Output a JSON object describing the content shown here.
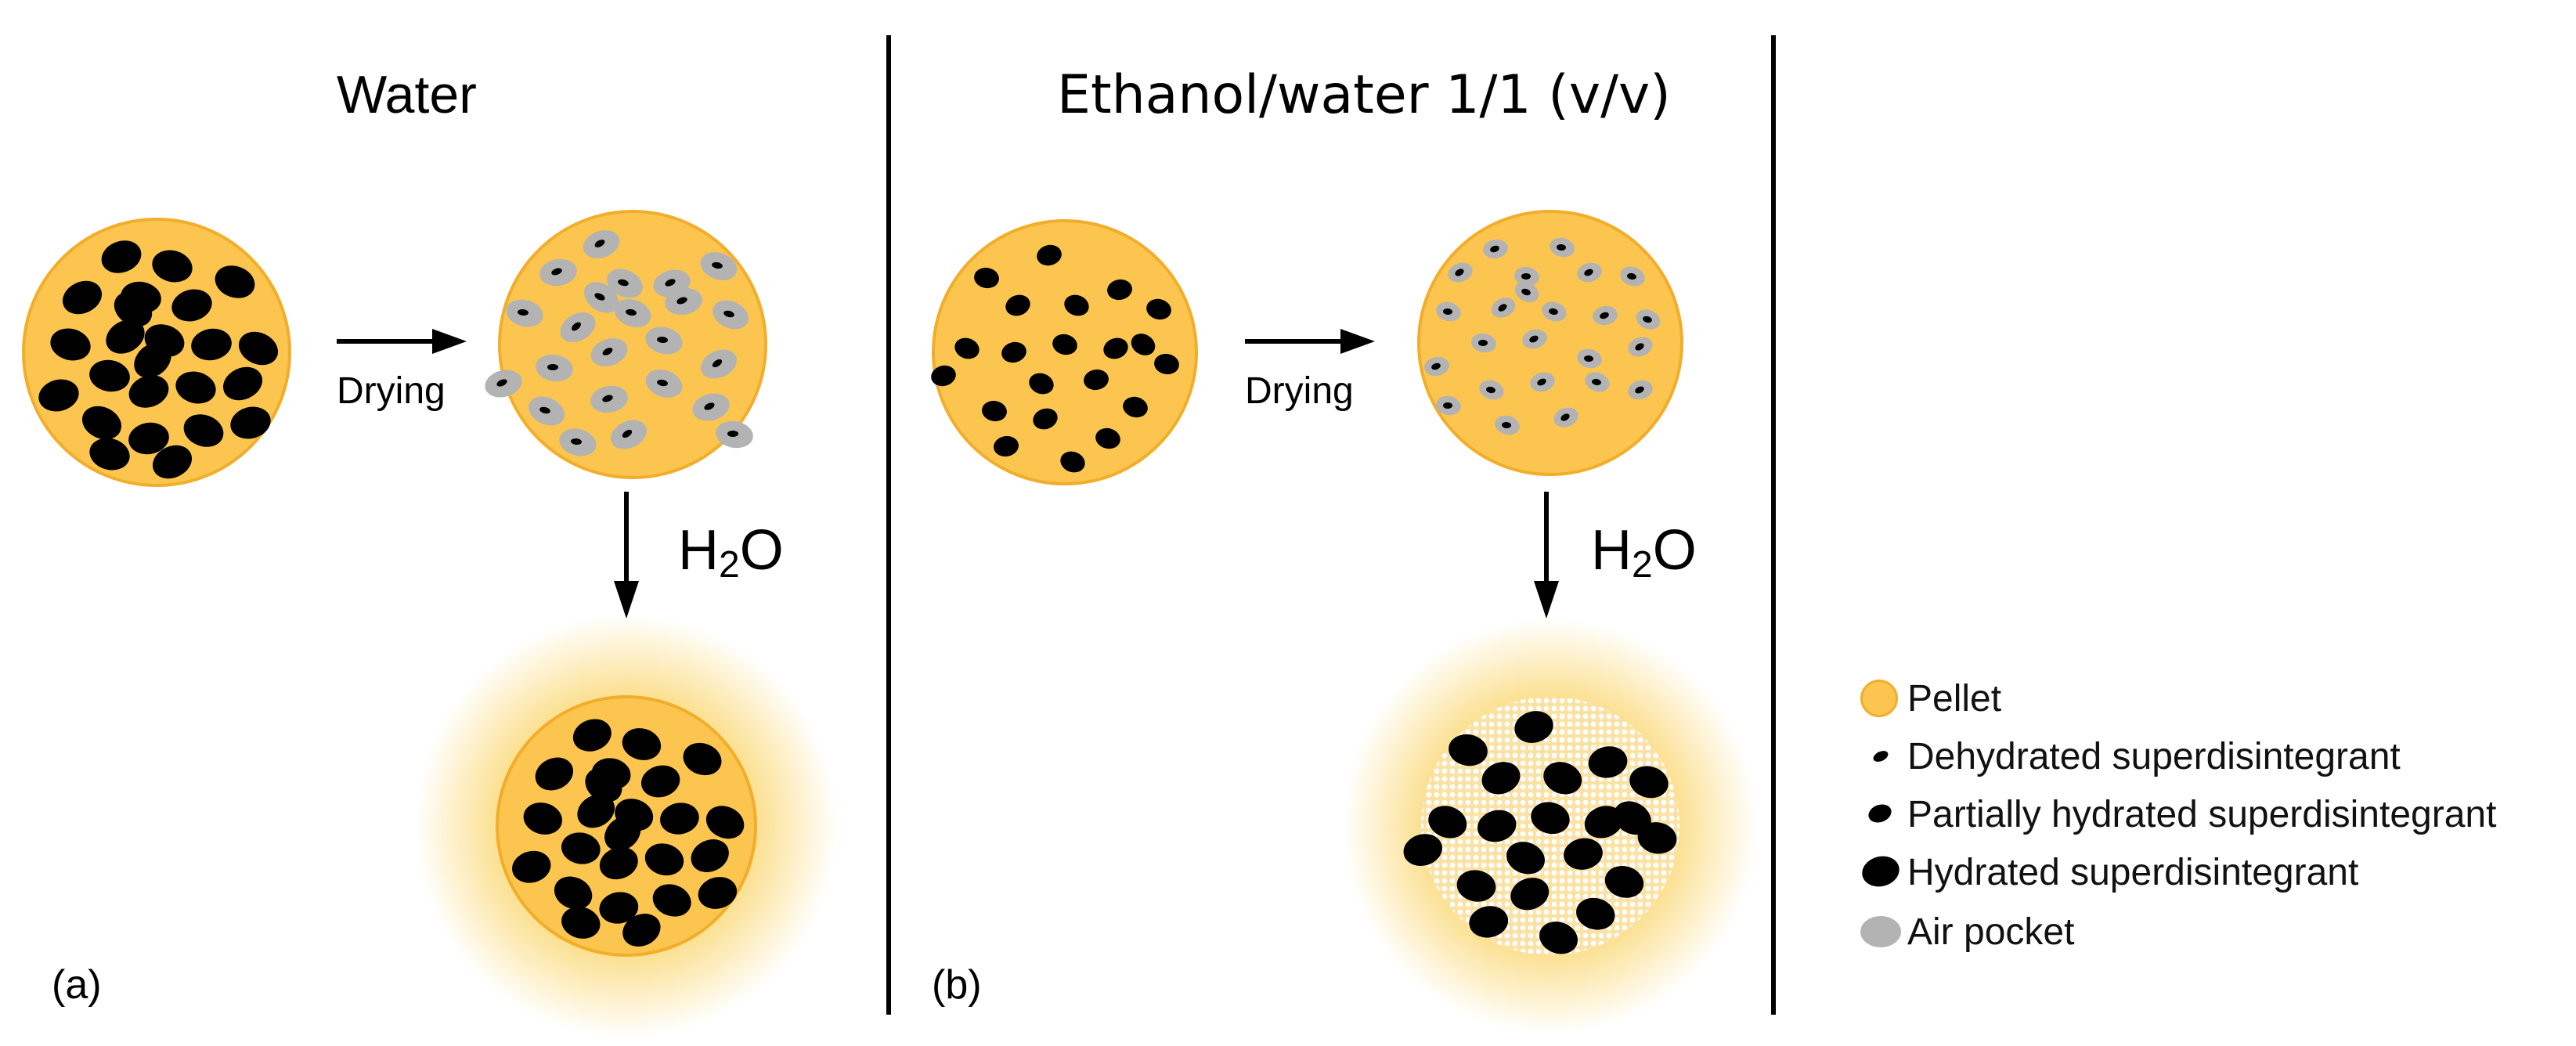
{
  "panels": [
    {
      "title": "Water",
      "label": "(a)",
      "step_label": "Drying",
      "h2o_main": "H",
      "h2o_sub": "2",
      "h2o_tail": "O"
    },
    {
      "title": "Ethanol/water 1/1 (v/v)",
      "label": "(b)",
      "step_label": "Drying",
      "h2o_main": "H",
      "h2o_sub": "2",
      "h2o_tail": "O"
    }
  ],
  "legend": [
    {
      "label": "Pellet",
      "symbol": "pellet"
    },
    {
      "label": "Dehydrated superdisintegrant",
      "symbol": "dehydrated"
    },
    {
      "label": "Partially hydrated superdisintegrant",
      "symbol": "partial"
    },
    {
      "label": "Hydrated superdisintegrant",
      "symbol": "hydrated"
    },
    {
      "label": "Air pocket",
      "symbol": "air"
    }
  ],
  "colors": {
    "pellet_fill": "#fbc54f",
    "pellet_stroke": "#f2ad2a",
    "particle": "#000000",
    "air_pocket": "#b3b3b3",
    "halo": "#fbd977",
    "divider": "#000000"
  }
}
